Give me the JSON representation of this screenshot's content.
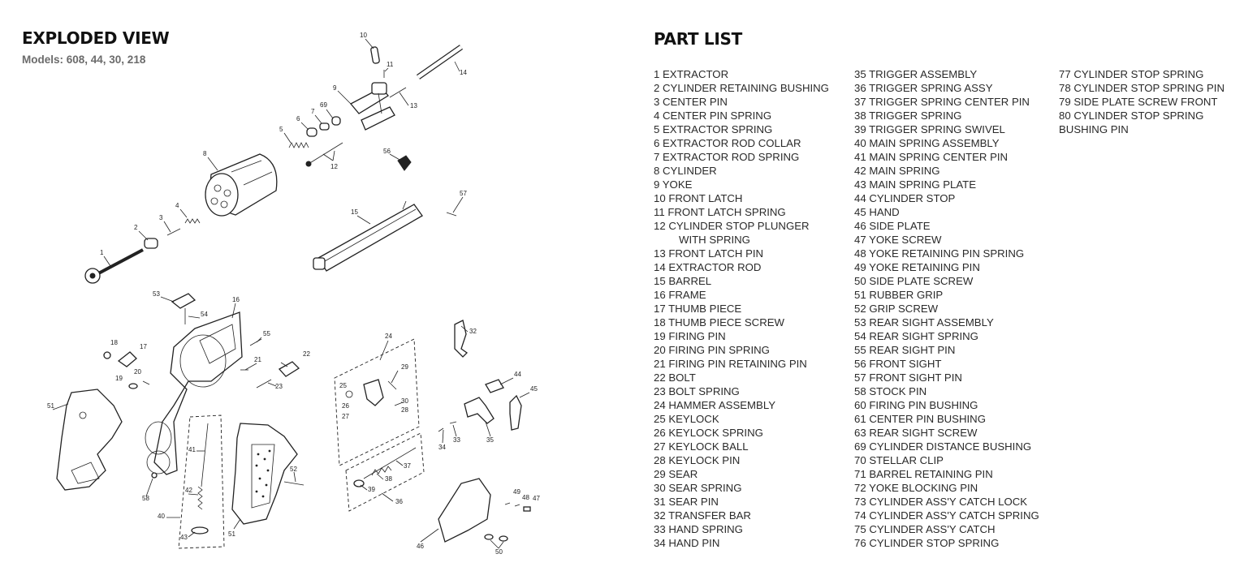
{
  "exploded": {
    "title": "EXPLODED VIEW",
    "subtitle": "Models: 608, 44, 30, 218",
    "callouts": [
      "10",
      "11",
      "14",
      "9",
      "13",
      "69",
      "7",
      "6",
      "5",
      "12",
      "56",
      "8",
      "57",
      "4",
      "15",
      "3",
      "2",
      "1",
      "53",
      "54",
      "16",
      "55",
      "32",
      "24",
      "18",
      "17",
      "22",
      "21",
      "19",
      "20",
      "23",
      "29",
      "44",
      "25",
      "45",
      "30",
      "26",
      "28",
      "27",
      "51",
      "41",
      "34",
      "33",
      "35",
      "37",
      "38",
      "39",
      "52",
      "36",
      "42",
      "40",
      "49",
      "48",
      "47",
      "58",
      "43",
      "51",
      "46",
      "50"
    ]
  },
  "partlist": {
    "title": "PART LIST",
    "col1": [
      "1 EXTRACTOR",
      "2 CYLINDER RETAINING BUSHING",
      "3 CENTER PIN",
      "4 CENTER PIN SPRING",
      "5 EXTRACTOR SPRING",
      "6 EXTRACTOR ROD COLLAR",
      "7 EXTRACTOR ROD SPRING",
      "8 CYLINDER",
      "9 YOKE",
      "10 FRONT LATCH",
      "11 FRONT LATCH SPRING",
      "12 CYLINDER STOP PLUNGER",
      "WITH SPRING",
      "13 FRONT LATCH PIN",
      "14 EXTRACTOR ROD",
      "15 BARREL",
      "16 FRAME",
      "17 THUMB PIECE",
      "18 THUMB PIECE SCREW",
      "19 FIRING PIN",
      "20 FIRING PIN SPRING",
      "21 FIRING PIN RETAINING PIN",
      "22 BOLT",
      "23 BOLT SPRING",
      "24 HAMMER ASSEMBLY",
      "25 KEYLOCK",
      "26 KEYLOCK SPRING",
      "27 KEYLOCK BALL",
      "28 KEYLOCK PIN",
      "29 SEAR",
      "30 SEAR SPRING",
      "31 SEAR PIN",
      "32 TRANSFER BAR",
      "33 HAND SPRING",
      "34 HAND PIN"
    ],
    "col2": [
      "35 TRIGGER ASSEMBLY",
      "36 TRIGGER SPRING ASSY",
      "37 TRIGGER SPRING CENTER PIN",
      "38 TRIGGER SPRING",
      "39 TRIGGER SPRING SWIVEL",
      "40 MAIN SPRING ASSEMBLY",
      "41 MAIN SPRING CENTER PIN",
      "42 MAIN SPRING",
      "43 MAIN SPRING PLATE",
      "44 CYLINDER STOP",
      "45 HAND",
      "46 SIDE PLATE",
      "47 YOKE SCREW",
      "48 YOKE RETAINING PIN SPRING",
      "49 YOKE RETAINING PIN",
      "50 SIDE PLATE SCREW",
      "51 RUBBER GRIP",
      "52 GRIP SCREW",
      "53 REAR SIGHT ASSEMBLY",
      "54 REAR SIGHT SPRING",
      "55 REAR SIGHT PIN",
      "56 FRONT SIGHT",
      "57 FRONT SIGHT PIN",
      "58 STOCK PIN",
      "60 FIRING PIN BUSHING",
      "61 CENTER PIN BUSHING",
      "63 REAR SIGHT SCREW",
      "69 CYLINDER DISTANCE BUSHING",
      "70 STELLAR CLIP",
      "71 BARREL RETAINING PIN",
      "72 YOKE BLOCKING PIN",
      "73 CYLINDER ASS'Y CATCH LOCK",
      "74 CYLINDER ASS'Y CATCH SPRING",
      "75 CYLINDER ASS'Y CATCH",
      "76 CYLINDER STOP SPRING"
    ],
    "col3": [
      "77 CYLINDER STOP SPRING",
      "78 CYLINDER STOP SPRING PIN",
      "79 SIDE PLATE SCREW FRONT",
      "80 CYLINDER STOP SPRING",
      "BUSHING PIN"
    ]
  }
}
